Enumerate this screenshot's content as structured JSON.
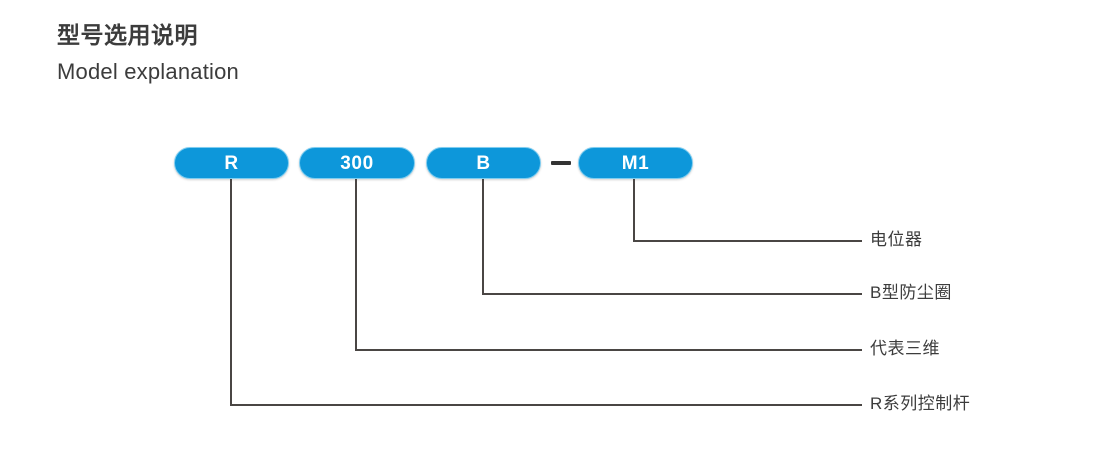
{
  "heading": {
    "title_cn": "型号选用说明",
    "title_en": "Model explanation"
  },
  "model_code": {
    "separator": "–",
    "segments": [
      {
        "key": "series",
        "label": "R",
        "description": "R系列控制杆"
      },
      {
        "key": "size",
        "label": "300",
        "description": "代表三维"
      },
      {
        "key": "seal",
        "label": "B",
        "description": "B型防尘圈"
      },
      {
        "key": "output",
        "label": "M1",
        "description": "电位器"
      }
    ]
  },
  "callouts": [
    {
      "target": "M1",
      "text": "电位器"
    },
    {
      "target": "B",
      "text": "B型防尘圈"
    },
    {
      "target": "300",
      "text": "代表三维"
    },
    {
      "target": "R",
      "text": "R系列控制杆"
    }
  ],
  "colors": {
    "pill_fill": "#0d97da",
    "pill_border": "#7fcdf0",
    "pill_text": "#ffffff",
    "line": "#4a4644",
    "text": "#3c3c3c",
    "background": "#ffffff"
  }
}
